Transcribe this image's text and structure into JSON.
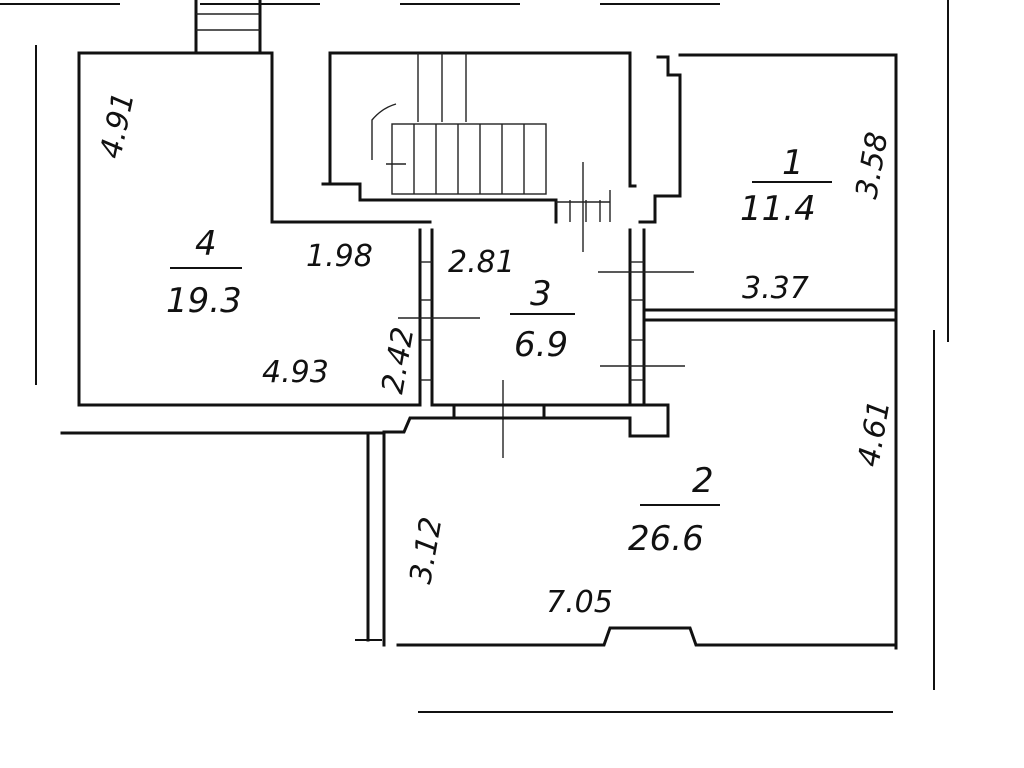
{
  "rooms": [
    {
      "number": "1",
      "area": "11.4"
    },
    {
      "number": "2",
      "area": "26.6"
    },
    {
      "number": "3",
      "area": "6.9"
    },
    {
      "number": "4",
      "area": "19.3"
    }
  ],
  "dimensions": {
    "room4_side": "4.91",
    "room4_bottom": "4.93",
    "room4_top": "1.98",
    "room1_side": "3.58",
    "room1_bottom": "3.37",
    "corridor_top": "2.81",
    "corridor_side": "2.42",
    "room2_right": "4.61",
    "room2_left": "3.12",
    "room2_bottom": "7.05"
  }
}
